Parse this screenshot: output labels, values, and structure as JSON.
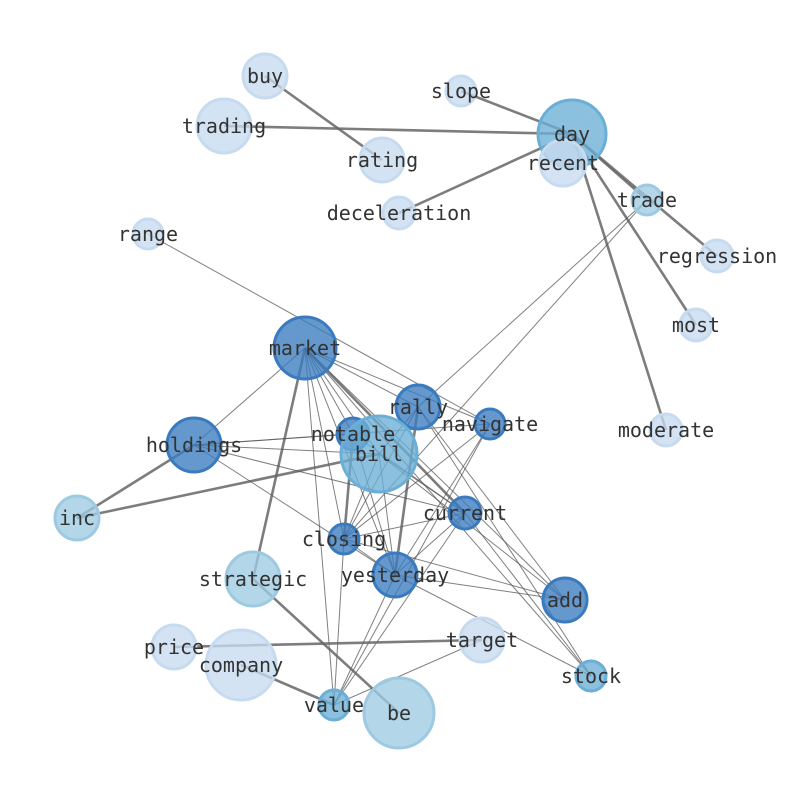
{
  "graph": {
    "colors": {
      "light": "#c6dbef",
      "medium": "#9ecae1",
      "mid": "#6baed6",
      "dark": "#3a7bbf",
      "edge": "#555555",
      "label": "#333333"
    },
    "nodes": [
      {
        "id": "buy",
        "label": "buy",
        "shade": "light"
      },
      {
        "id": "slope",
        "label": "slope",
        "shade": "light"
      },
      {
        "id": "trading",
        "label": "trading",
        "shade": "light"
      },
      {
        "id": "day",
        "label": "day",
        "shade": "mid"
      },
      {
        "id": "recent",
        "label": "recent",
        "shade": "light"
      },
      {
        "id": "rating",
        "label": "rating",
        "shade": "light"
      },
      {
        "id": "trade",
        "label": "trade",
        "shade": "medium"
      },
      {
        "id": "deceleration",
        "label": "deceleration",
        "shade": "light"
      },
      {
        "id": "range",
        "label": "range",
        "shade": "light"
      },
      {
        "id": "regression",
        "label": "regression",
        "shade": "light"
      },
      {
        "id": "most",
        "label": "most",
        "shade": "light"
      },
      {
        "id": "market",
        "label": "market",
        "shade": "dark"
      },
      {
        "id": "rally",
        "label": "rally",
        "shade": "dark"
      },
      {
        "id": "navigate",
        "label": "navigate",
        "shade": "dark"
      },
      {
        "id": "notable",
        "label": "notable",
        "shade": "dark"
      },
      {
        "id": "bill",
        "label": "bill",
        "shade": "mid"
      },
      {
        "id": "holdings",
        "label": "holdings",
        "shade": "dark"
      },
      {
        "id": "moderate",
        "label": "moderate",
        "shade": "light"
      },
      {
        "id": "inc",
        "label": "inc",
        "shade": "medium"
      },
      {
        "id": "current",
        "label": "current",
        "shade": "dark"
      },
      {
        "id": "closing",
        "label": "closing",
        "shade": "dark"
      },
      {
        "id": "yesterday",
        "label": "yesterday",
        "shade": "dark"
      },
      {
        "id": "strategic",
        "label": "strategic",
        "shade": "medium"
      },
      {
        "id": "add",
        "label": "add",
        "shade": "dark"
      },
      {
        "id": "target",
        "label": "target",
        "shade": "light"
      },
      {
        "id": "price",
        "label": "price",
        "shade": "light"
      },
      {
        "id": "company",
        "label": "company",
        "shade": "light"
      },
      {
        "id": "stock",
        "label": "stock",
        "shade": "mid"
      },
      {
        "id": "value",
        "label": "value",
        "shade": "mid"
      },
      {
        "id": "be",
        "label": "be",
        "shade": "medium"
      }
    ],
    "edges": [
      {
        "source": "buy",
        "target": "rating",
        "weight": "thick"
      },
      {
        "source": "slope",
        "target": "day",
        "weight": "thick"
      },
      {
        "source": "trading",
        "target": "day",
        "weight": "thick"
      },
      {
        "source": "day",
        "target": "deceleration",
        "weight": "thick"
      },
      {
        "source": "day",
        "target": "trade",
        "weight": "thick"
      },
      {
        "source": "day",
        "target": "regression",
        "weight": "thick"
      },
      {
        "source": "day",
        "target": "most",
        "weight": "thick"
      },
      {
        "source": "day",
        "target": "moderate",
        "weight": "thick"
      },
      {
        "source": "range",
        "target": "navigate",
        "weight": "thin"
      },
      {
        "source": "trade",
        "target": "rally",
        "weight": "thin"
      },
      {
        "source": "trade",
        "target": "closing",
        "weight": "thin"
      },
      {
        "source": "market",
        "target": "holdings",
        "weight": "thin"
      },
      {
        "source": "market",
        "target": "rally",
        "weight": "thin"
      },
      {
        "source": "market",
        "target": "navigate",
        "weight": "thin"
      },
      {
        "source": "market",
        "target": "notable",
        "weight": "thin"
      },
      {
        "source": "market",
        "target": "bill",
        "weight": "thin"
      },
      {
        "source": "market",
        "target": "current",
        "weight": "thick"
      },
      {
        "source": "market",
        "target": "closing",
        "weight": "thin"
      },
      {
        "source": "market",
        "target": "yesterday",
        "weight": "thin"
      },
      {
        "source": "market",
        "target": "strategic",
        "weight": "thick"
      },
      {
        "source": "market",
        "target": "add",
        "weight": "thin"
      },
      {
        "source": "market",
        "target": "stock",
        "weight": "thin"
      },
      {
        "source": "market",
        "target": "value",
        "weight": "thin"
      },
      {
        "source": "rally",
        "target": "bill",
        "weight": "thin"
      },
      {
        "source": "rally",
        "target": "closing",
        "weight": "thin"
      },
      {
        "source": "rally",
        "target": "yesterday",
        "weight": "thick"
      },
      {
        "source": "rally",
        "target": "add",
        "weight": "thin"
      },
      {
        "source": "rally",
        "target": "stock",
        "weight": "thin"
      },
      {
        "source": "navigate",
        "target": "holdings",
        "weight": "thin"
      },
      {
        "source": "navigate",
        "target": "closing",
        "weight": "thin"
      },
      {
        "source": "navigate",
        "target": "yesterday",
        "weight": "thin"
      },
      {
        "source": "navigate",
        "target": "value",
        "weight": "thin"
      },
      {
        "source": "notable",
        "target": "holdings",
        "weight": "thin"
      },
      {
        "source": "notable",
        "target": "closing",
        "weight": "thick"
      },
      {
        "source": "notable",
        "target": "yesterday",
        "weight": "thin"
      },
      {
        "source": "notable",
        "target": "current",
        "weight": "thin"
      },
      {
        "source": "bill",
        "target": "holdings",
        "weight": "thin"
      },
      {
        "source": "bill",
        "target": "inc",
        "weight": "thick"
      },
      {
        "source": "bill",
        "target": "current",
        "weight": "thin"
      },
      {
        "source": "bill",
        "target": "closing",
        "weight": "thin"
      },
      {
        "source": "bill",
        "target": "yesterday",
        "weight": "thin"
      },
      {
        "source": "bill",
        "target": "add",
        "weight": "thin"
      },
      {
        "source": "holdings",
        "target": "inc",
        "weight": "thick"
      },
      {
        "source": "holdings",
        "target": "current",
        "weight": "thin"
      },
      {
        "source": "holdings",
        "target": "yesterday",
        "weight": "thin"
      },
      {
        "source": "current",
        "target": "closing",
        "weight": "thin"
      },
      {
        "source": "current",
        "target": "yesterday",
        "weight": "thin"
      },
      {
        "source": "current",
        "target": "value",
        "weight": "thin"
      },
      {
        "source": "current",
        "target": "stock",
        "weight": "thin"
      },
      {
        "source": "closing",
        "target": "yesterday",
        "weight": "thin"
      },
      {
        "source": "closing",
        "target": "add",
        "weight": "thin"
      },
      {
        "source": "closing",
        "target": "value",
        "weight": "thin"
      },
      {
        "source": "yesterday",
        "target": "add",
        "weight": "thin"
      },
      {
        "source": "yesterday",
        "target": "stock",
        "weight": "thin"
      },
      {
        "source": "yesterday",
        "target": "value",
        "weight": "thin"
      },
      {
        "source": "strategic",
        "target": "be",
        "weight": "thick"
      },
      {
        "source": "price",
        "target": "target",
        "weight": "thick"
      },
      {
        "source": "company",
        "target": "value",
        "weight": "thick"
      },
      {
        "source": "target",
        "target": "value",
        "weight": "thin"
      }
    ]
  }
}
